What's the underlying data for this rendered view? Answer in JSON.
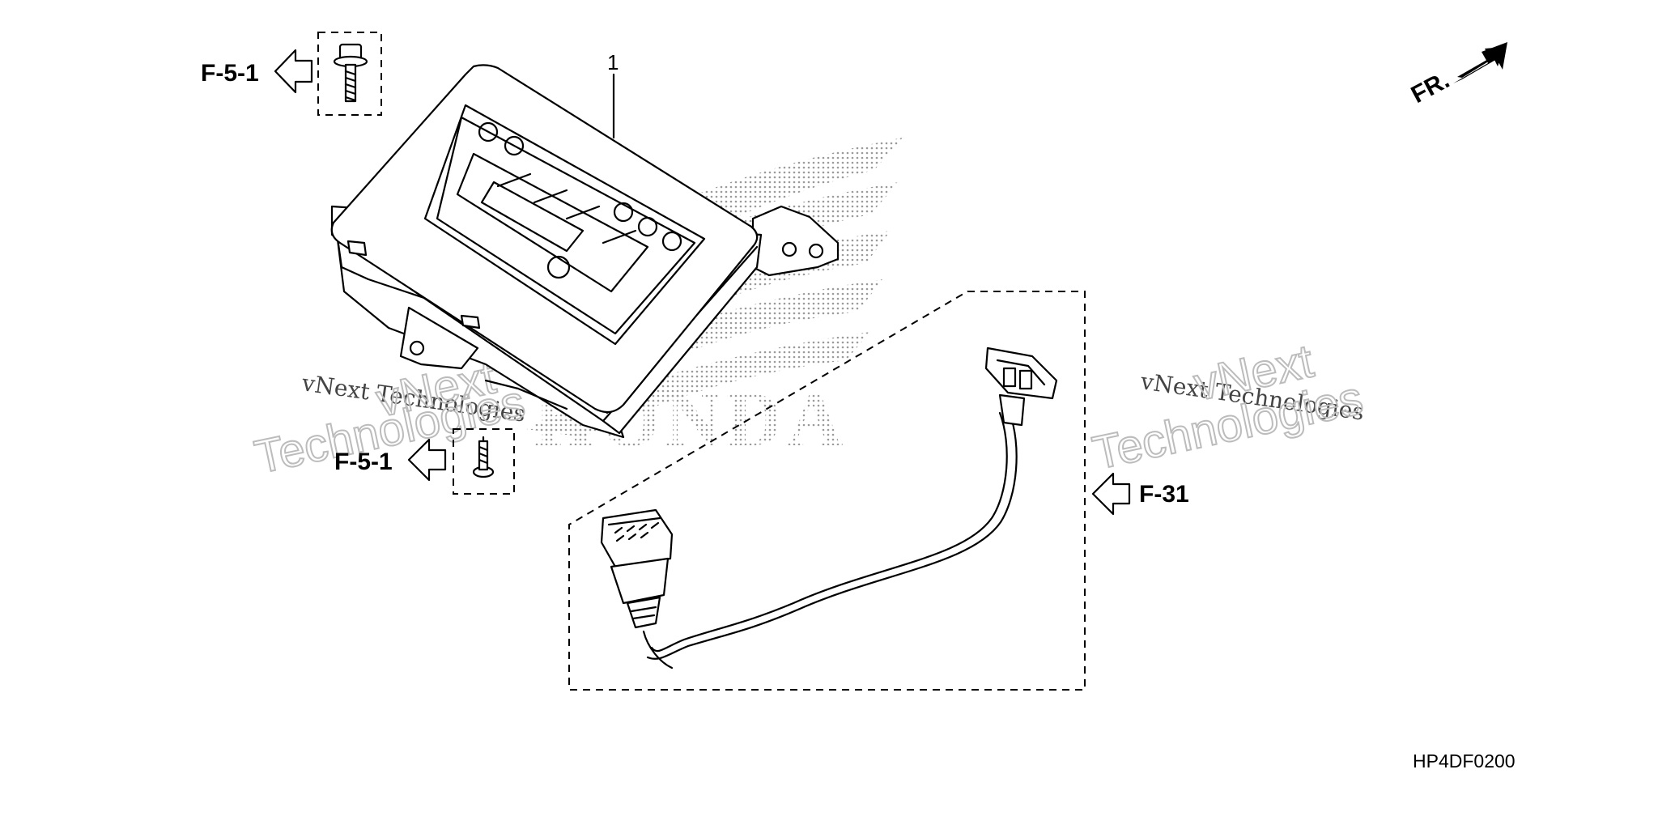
{
  "diagram": {
    "part_label": "1",
    "refs": {
      "top_left": "F-5-1",
      "mid_left": "F-5-1",
      "right": "F-31"
    },
    "front_indicator": "FR.",
    "diagram_code": "HP4DF0200",
    "watermarks": {
      "left_small": "vNext Technologies",
      "left_big_line1": "vNext",
      "left_big_line2": "Technologies",
      "right_small": "vNext Technologies",
      "right_big_line1": "vNext",
      "right_big_line2": "Technologies"
    },
    "brand_mark": "HONDA"
  }
}
